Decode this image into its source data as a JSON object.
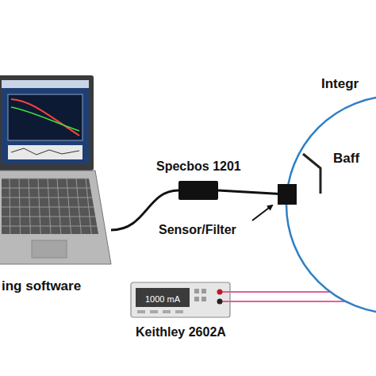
{
  "diagram": {
    "nodes": [
      {
        "text": [
          "ing software"
        ]
      },
      {
        "text": [
          "Specbos 1201"
        ]
      },
      {
        "text": [
          "Integr",
          "Baff"
        ]
      },
      {
        "text": [
          "1000 mA",
          "Keithley 2602A"
        ]
      }
    ],
    "edges": [
      {
        "from": 0,
        "to": 1,
        "arrow": "none"
      },
      {
        "from": 1,
        "to": 2,
        "arrow": "none"
      },
      {
        "from": 3,
        "to": 2,
        "arrow": "none"
      },
      {
        "from": 3,
        "to": 2,
        "arrow": "none"
      }
    ],
    "labels": [
      "Sensor/Filter"
    ]
  }
}
